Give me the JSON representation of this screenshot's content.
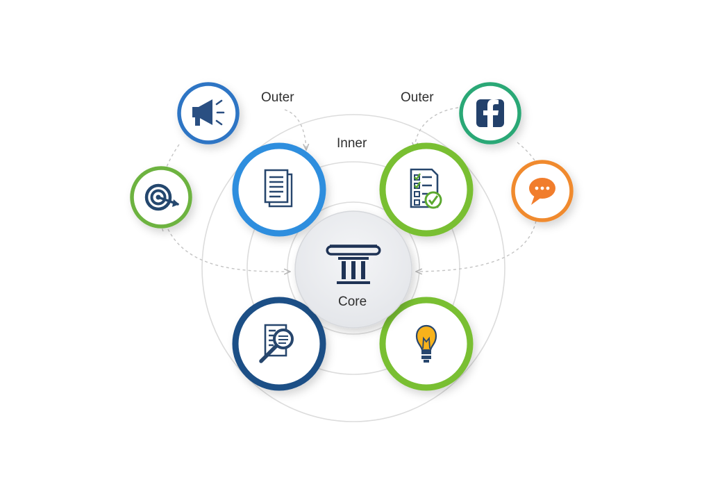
{
  "labels": {
    "outer_left": "Outer",
    "outer_right": "Outer",
    "inner": "Inner",
    "core": "Core"
  },
  "nodes": {
    "core": {
      "icon": "pillar-icon",
      "color": "#1f3355"
    },
    "inner": [
      {
        "icon": "document-icon",
        "color": "#2f8ede"
      },
      {
        "icon": "checklist-icon",
        "color": "#79bf33"
      },
      {
        "icon": "search-document-icon",
        "color": "#1d4f86"
      },
      {
        "icon": "lightbulb-icon",
        "color": "#79bf33"
      }
    ],
    "outer": [
      {
        "icon": "megaphone-icon",
        "color": "#2d74c4"
      },
      {
        "icon": "target-icon",
        "color": "#6db33f"
      },
      {
        "icon": "facebook-icon",
        "color": "#2ba876"
      },
      {
        "icon": "chat-bubble-icon",
        "color": "#f08a2e"
      }
    ]
  }
}
